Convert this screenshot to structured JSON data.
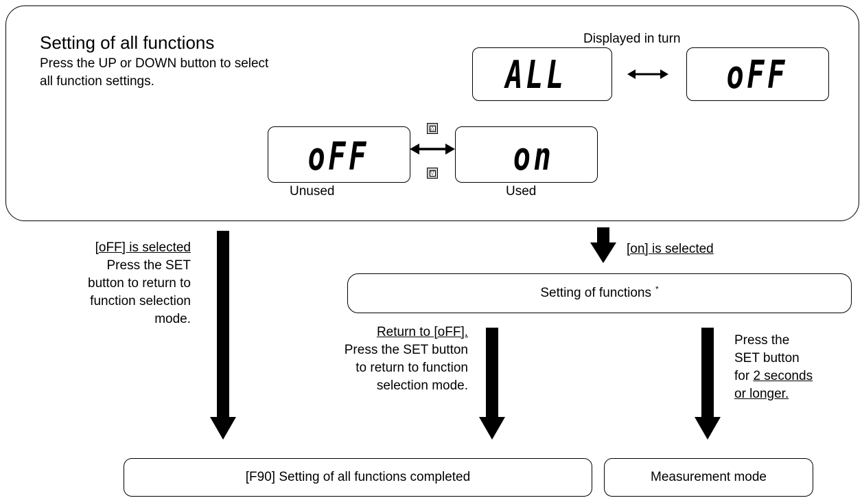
{
  "panel": {
    "title": "Setting of all functions",
    "instruction_line1": "Press the UP or DOWN button to select",
    "instruction_line2": "all function settings.",
    "displayed_in_turn": "Displayed in turn",
    "lcd_all": "ALL",
    "lcd_off_top": "oFF",
    "lcd_off": "oFF",
    "lcd_on": "on",
    "label_unused": "Unused",
    "label_used": "Used",
    "up_symbol": "△",
    "down_symbol": "▽"
  },
  "flow": {
    "off_selected": "[oFF] is selected",
    "off_note_line1": "Press the SET",
    "off_note_line2": "button to return to",
    "off_note_line3": "function selection",
    "off_note_line4": "mode.",
    "on_selected": "[on] is selected",
    "setting_box": "Setting of functions",
    "asterisk": "*",
    "return_off": "Return to [oFF].",
    "return_note_line1": "Press the SET button",
    "return_note_line2": "to return to function",
    "return_note_line3": "selection mode.",
    "press_line1": "Press the",
    "press_line2": "SET button",
    "press_line3_prefix": "for ",
    "press_line3_u": "2 seconds",
    "press_line4": "or longer.",
    "completed_box": "[F90] Setting of all functions completed",
    "measurement_box": "Measurement mode"
  }
}
